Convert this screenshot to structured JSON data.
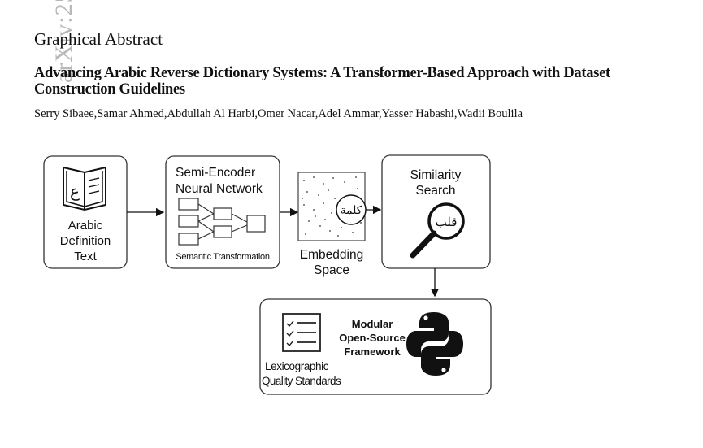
{
  "watermark": "arXiv:25",
  "heading": "Graphical Abstract",
  "title": "Advancing Arabic Reverse Dictionary Systems: A Transformer-Based Approach with Dataset Construction Guidelines",
  "authors": "Serry Sibaee,Samar Ahmed,Abdullah Al Harbi,Omer Nacar,Adel Ammar,Yasser Habashi,Wadii Boulila",
  "figure": {
    "input_box": {
      "lines": [
        "Arabic",
        "Definition",
        "Text"
      ],
      "icon": "book-icon",
      "glyph": "ع"
    },
    "encoder_box": {
      "lines": [
        "Semi-Encoder",
        "Neural Network"
      ],
      "caption": "Semantic Transformation",
      "icon": "network-icon"
    },
    "embedding": {
      "lines": [
        "Embedding",
        "Space"
      ],
      "word": "كلمة"
    },
    "search_box": {
      "lines": [
        "Similarity",
        "Search"
      ],
      "word": "قلب",
      "icon": "magnifier-icon"
    },
    "framework_box": {
      "lines": [
        "Modular",
        "Open-Source",
        "Framework"
      ],
      "standards_lines": [
        "Lexicographic",
        "Quality Standards"
      ],
      "icons": [
        "checklist-icon",
        "python-icon"
      ]
    }
  }
}
